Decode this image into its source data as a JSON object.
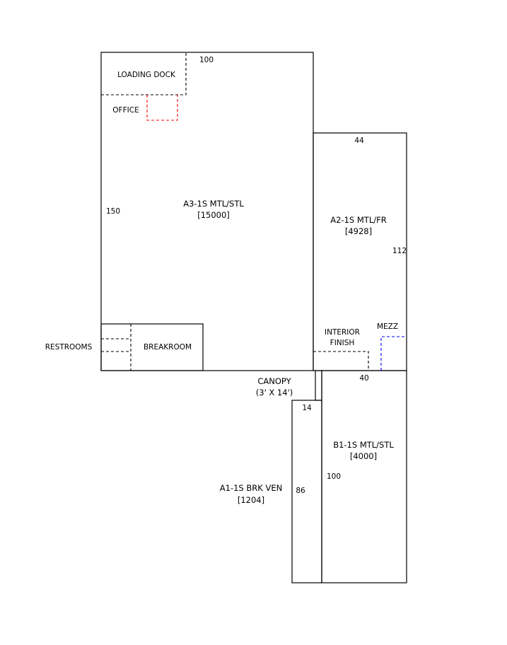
{
  "colors": {
    "line": "#000000",
    "office": "#ff0000",
    "mezz": "#0000ff",
    "background": "#ffffff"
  },
  "areas": {
    "a3": {
      "label": "A3-1S MTL/STL",
      "area": "[15000]"
    },
    "a2": {
      "label": "A2-1S MTL/FR",
      "area": "[4928]"
    },
    "b1": {
      "label": "B1-1S MTL/STL",
      "area": "[4000]"
    },
    "a1": {
      "label": "A1-1S BRK VEN",
      "area": "[1204]"
    },
    "canopy": {
      "label": "CANOPY",
      "size": "(3' X 14')"
    }
  },
  "rooms": {
    "loading_dock": "LOADING DOCK",
    "office": "OFFICE",
    "restrooms": "RESTROOMS",
    "breakroom": "BREAKROOM",
    "interior_finish_line1": "INTERIOR",
    "interior_finish_line2": "FINISH",
    "mezz": "MEZZ"
  },
  "dimensions": {
    "a3_top": "100",
    "a3_side": "150",
    "a2_top": "44",
    "a2_side": "112",
    "b1_top": "40",
    "b1_side": "100",
    "a1_top": "14",
    "a1_side": "86"
  }
}
